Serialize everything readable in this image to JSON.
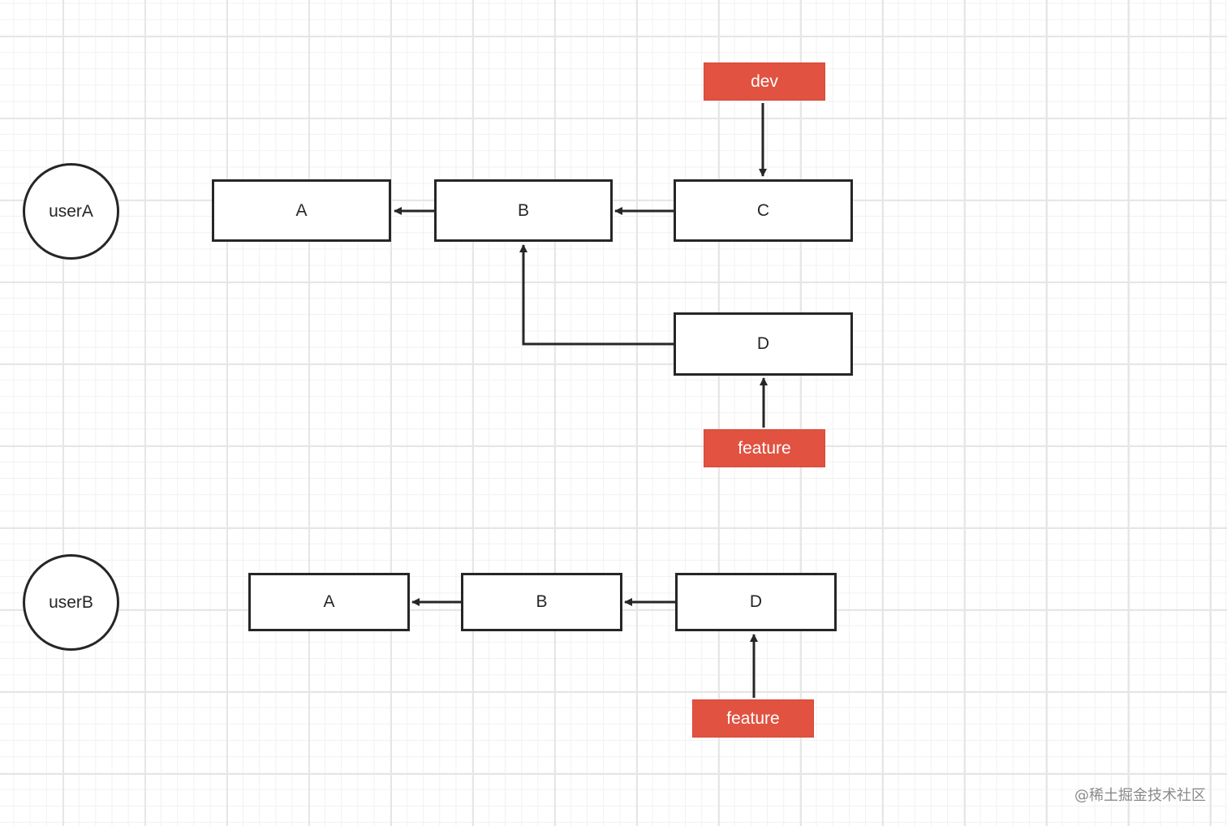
{
  "users": {
    "a": "userA",
    "b": "userB"
  },
  "row_a": {
    "commit_a": "A",
    "commit_b": "B",
    "commit_c": "C",
    "commit_d": "D",
    "branch_dev": "dev",
    "branch_feature": "feature"
  },
  "row_b": {
    "commit_a": "A",
    "commit_b": "B",
    "commit_d": "D",
    "branch_feature": "feature"
  },
  "watermark": "@稀土掘金技术社区",
  "colors": {
    "branch_fill": "#e15241",
    "stroke": "#262626",
    "background": "#ffffff",
    "grid": "#e6e6e6"
  }
}
